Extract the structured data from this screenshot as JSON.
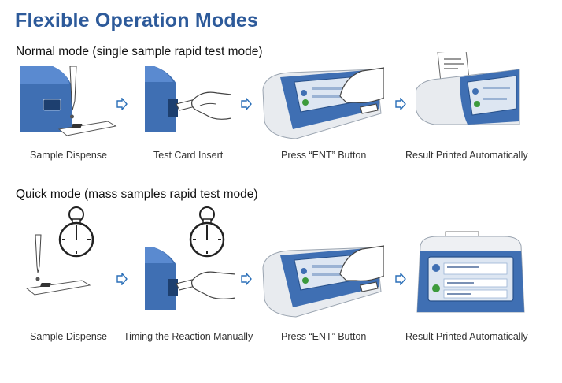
{
  "title": "Flexible Operation Modes",
  "normal_mode": {
    "heading": "Normal mode (single sample rapid test mode)",
    "steps": [
      {
        "caption": "Sample Dispense"
      },
      {
        "caption": "Test Card Insert"
      },
      {
        "caption": "Press “ENT” Button"
      },
      {
        "caption": "Result Printed Automatically"
      }
    ]
  },
  "quick_mode": {
    "heading": "Quick mode (mass samples rapid test mode)",
    "steps": [
      {
        "caption": "Sample Dispense"
      },
      {
        "caption": "Timing the Reaction Manually"
      },
      {
        "caption": "Press “ENT” Button"
      },
      {
        "caption": "Result Printed Automatically"
      }
    ]
  },
  "colors": {
    "title": "#2d5a9a",
    "device_blue": "#3f6fb3",
    "device_light": "#dde6f2",
    "arrow_blue": "#2a6fb8"
  }
}
